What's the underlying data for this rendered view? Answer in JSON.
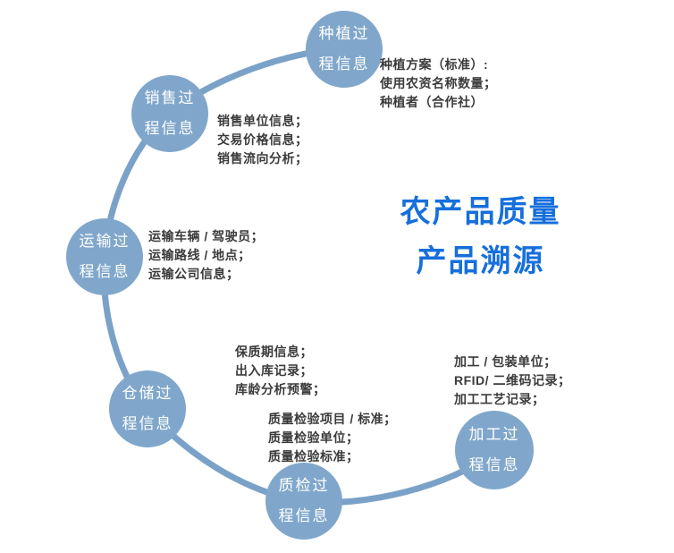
{
  "title": {
    "line1": "农产品质量",
    "line2": "产品溯源"
  },
  "colors": {
    "node_fill": "#80a7cb",
    "arc_color": "#7aa2c8",
    "title_color": "#166fdc",
    "detail_text_color": "#3b3b3b",
    "node_text_color": "#ffffff"
  },
  "nodes": [
    {
      "id": "planting",
      "label_line1": "种植过",
      "label_line2": "程信息",
      "details": [
        "种植方案（标准）:",
        "使用农资名称数量；",
        "种植者（合作社）"
      ]
    },
    {
      "id": "sales",
      "label_line1": "销售过",
      "label_line2": "程信息",
      "details": [
        "销售单位信息；",
        "交易价格信息；",
        "销售流向分析；"
      ]
    },
    {
      "id": "transport",
      "label_line1": "运输过",
      "label_line2": "程信息",
      "details": [
        "运输车辆 / 驾驶员；",
        "运输路线 / 地点；",
        "运输公司信息；"
      ]
    },
    {
      "id": "warehouse",
      "label_line1": "仓储过",
      "label_line2": "程信息",
      "details": [
        "保质期信息；",
        "出入库记录；",
        "库龄分析预警；"
      ]
    },
    {
      "id": "inspection",
      "label_line1": "质检过",
      "label_line2": "程信息",
      "details": [
        "质量检验项目 / 标准；",
        "质量检验单位；",
        "质量检验标准；"
      ]
    },
    {
      "id": "processing",
      "label_line1": "加工过",
      "label_line2": "程信息",
      "details": [
        "加工 / 包装单位；",
        "RFID/ 二维码记录；",
        "加工工艺记录；"
      ]
    }
  ]
}
